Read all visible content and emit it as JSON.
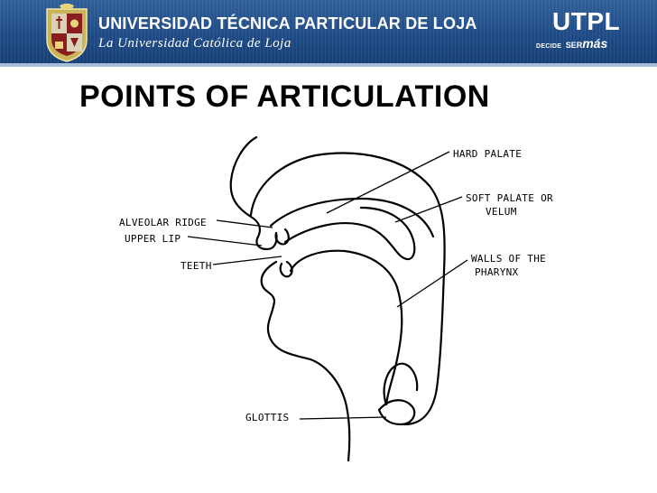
{
  "header": {
    "university_name": "UNIVERSIDAD TÉCNICA PARTICULAR DE LOJA",
    "tagline": "La Universidad Católica de Loja",
    "brand": "UTPL",
    "slogan_part1": "DECIDE",
    "slogan_part2": "SER",
    "slogan_part3": "más",
    "colors": {
      "banner": "#1d4a86",
      "banner_light": "#a9bfd9"
    }
  },
  "slide": {
    "title": "POINTS OF ARTICULATION"
  },
  "diagram": {
    "labels": {
      "hard_palate": "HARD PALATE",
      "soft_palate_1": "SOFT PALATE OR",
      "soft_palate_2": "VELUM",
      "alveolar_ridge": "ALVEOLAR RIDGE",
      "upper_lip": "UPPER LIP",
      "walls_1": "WALLS OF THE",
      "walls_2": "PHARYNX",
      "teeth": "TEETH",
      "glottis": "GLOTTIS"
    }
  }
}
